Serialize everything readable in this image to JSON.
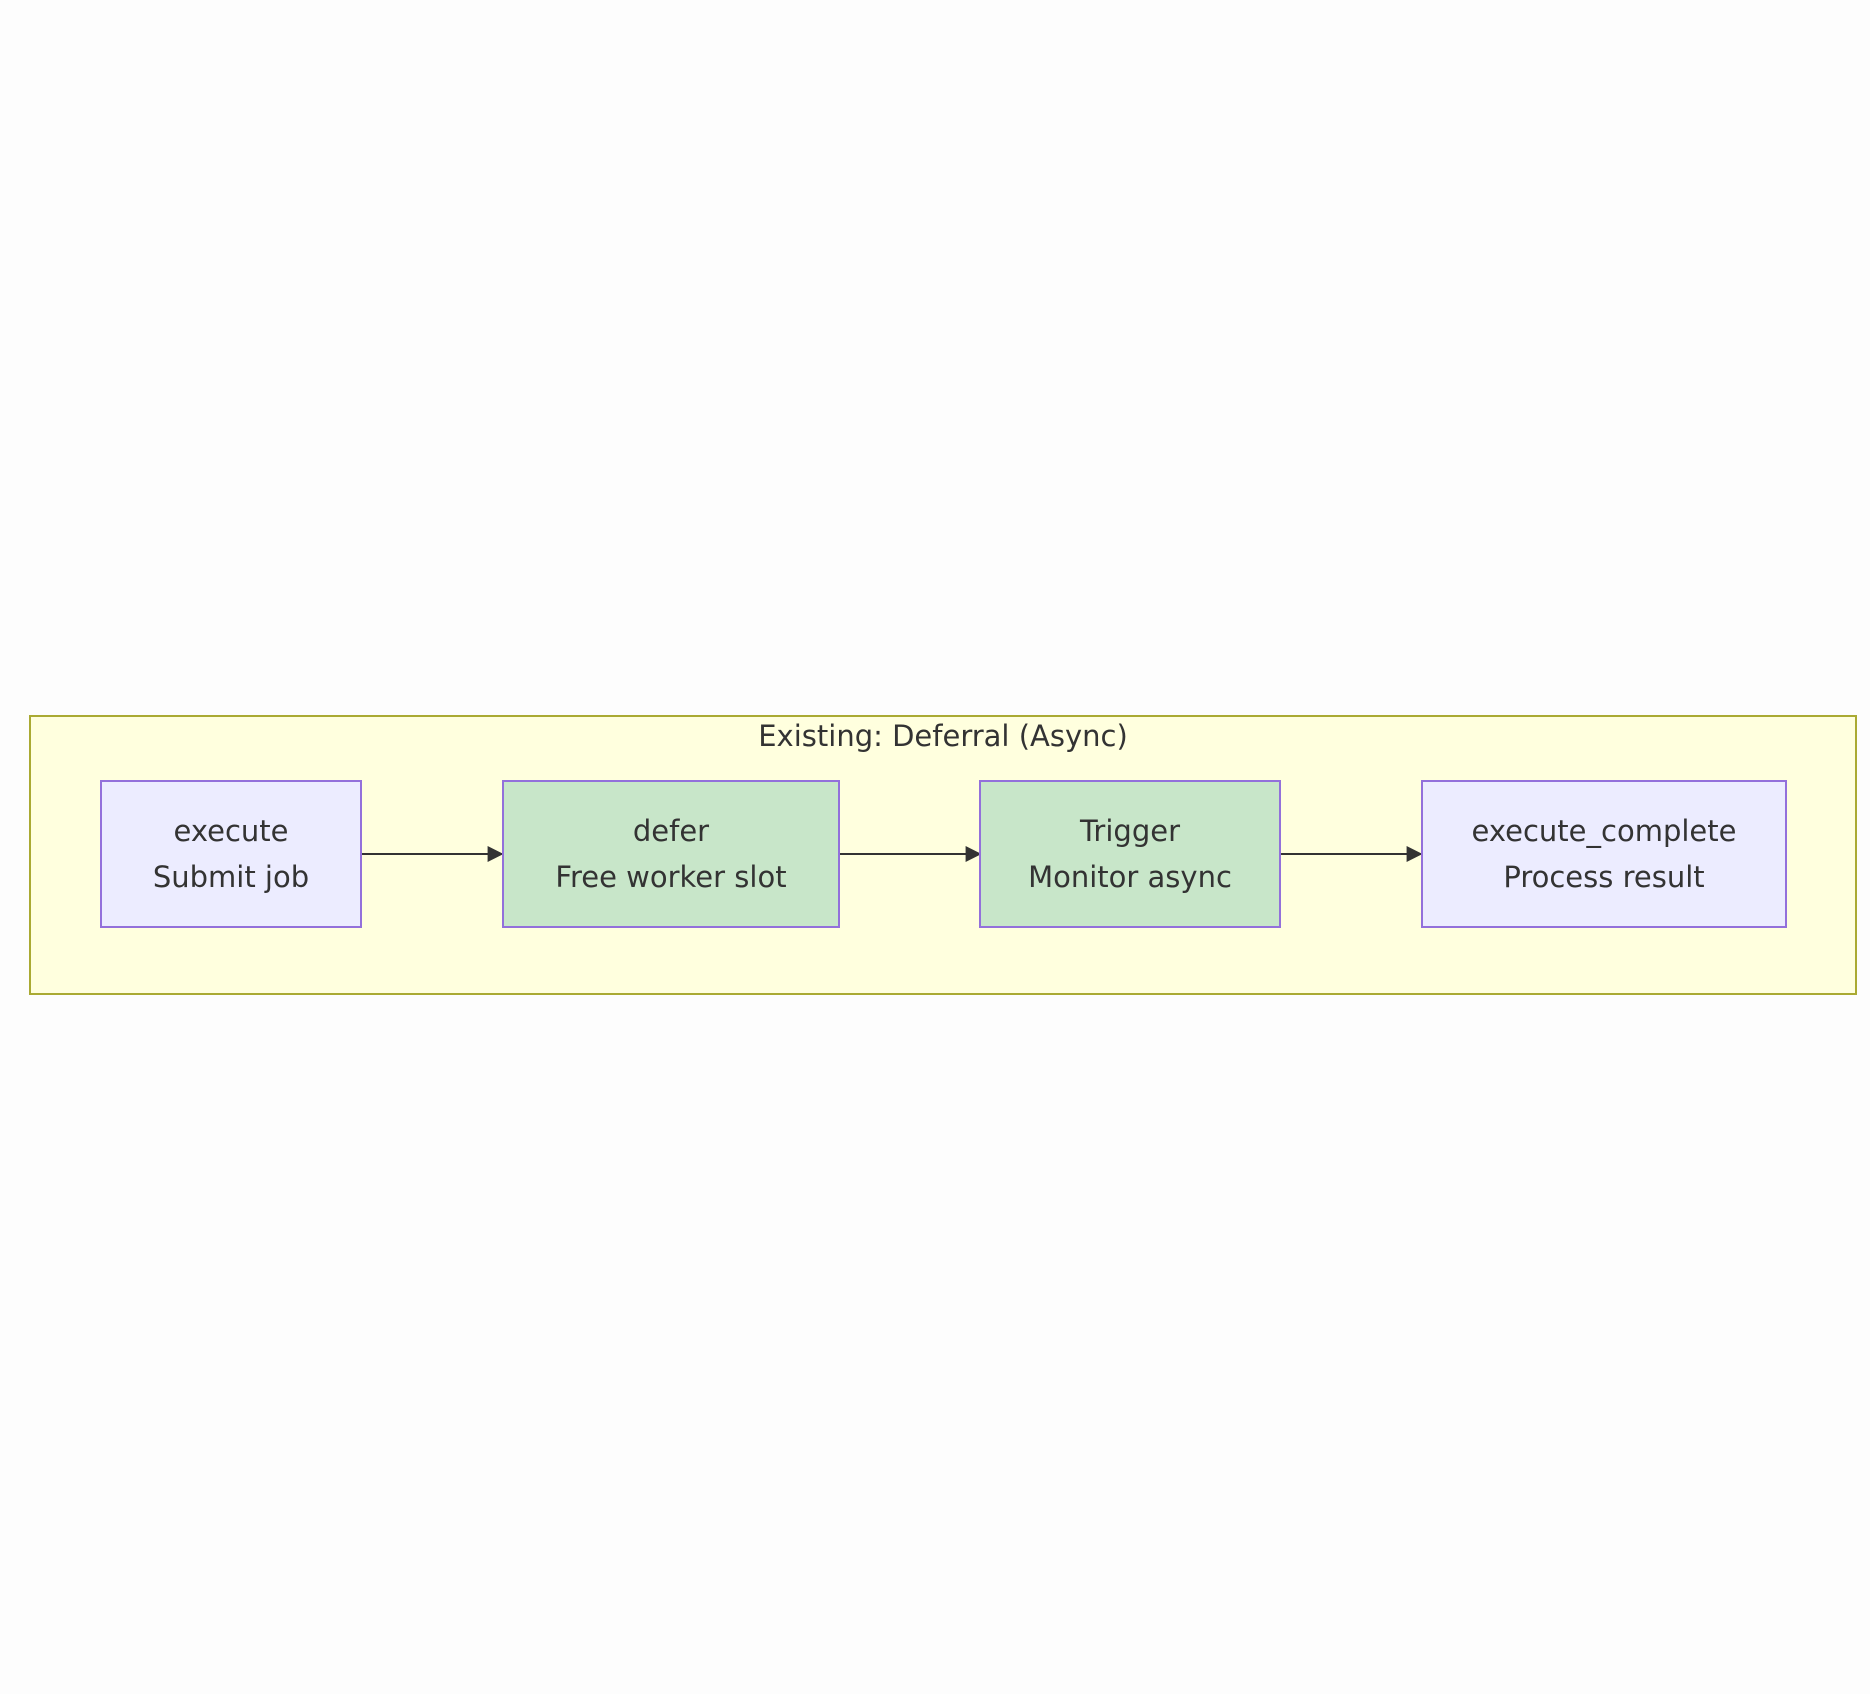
{
  "colors": {
    "background": "#fdfdfd",
    "cluster_fill": "#ffffde",
    "cluster_stroke": "#aaaa33",
    "node_default_fill": "#ececff",
    "node_highlight_fill": "#c8e6c9",
    "node_stroke": "#9370db",
    "edge": "#333333",
    "text": "#333333"
  },
  "cluster": {
    "title": "Existing: Deferral (Async)"
  },
  "nodes": [
    {
      "id": "execute",
      "line1": "execute",
      "line2": "Submit job",
      "style": "default"
    },
    {
      "id": "defer",
      "line1": "defer",
      "line2": "Free worker slot",
      "style": "highlight"
    },
    {
      "id": "trigger",
      "line1": "Trigger",
      "line2": "Monitor async",
      "style": "highlight"
    },
    {
      "id": "execute_complete",
      "line1": "execute_complete",
      "line2": "Process result",
      "style": "default"
    }
  ],
  "edges": [
    {
      "from": "execute",
      "to": "defer"
    },
    {
      "from": "defer",
      "to": "trigger"
    },
    {
      "from": "trigger",
      "to": "execute_complete"
    }
  ]
}
